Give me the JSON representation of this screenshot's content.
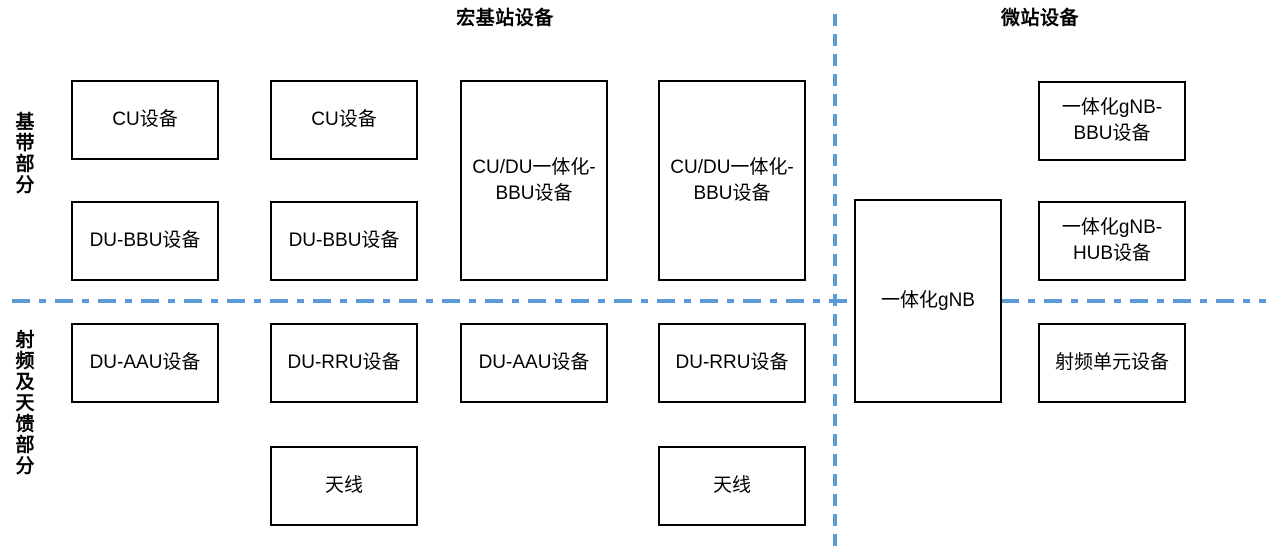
{
  "diagram": {
    "title_macro": "宏基站设备",
    "title_micro": "微站设备",
    "side_labels": {
      "baseband": "基带部分",
      "rf_antenna": "射频及天馈部分"
    },
    "accent_color": "#5B9BD5",
    "border_color": "#000000",
    "background_color": "#FFFFFF",
    "boxes": {
      "macro_col1_cu": "CU设备",
      "macro_col1_du_bbu": "DU-BBU设备",
      "macro_col1_du_aau": "DU-AAU设备",
      "macro_col2_cu": "CU设备",
      "macro_col2_du_bbu": "DU-BBU设备",
      "macro_col2_du_rru": "DU-RRU设备",
      "macro_col2_antenna": "天线",
      "macro_col3_cudu_bbu": "CU/DU一体化-BBU设备",
      "macro_col3_du_aau": "DU-AAU设备",
      "macro_col4_cudu_bbu": "CU/DU一体化-BBU设备",
      "macro_col4_du_rru": "DU-RRU设备",
      "macro_col4_antenna": "天线",
      "micro_integrated_gnb": "一体化gNB",
      "micro_gnb_bbu": "一体化gNB-BBU设备",
      "micro_gnb_hub": "一体化gNB-HUB设备",
      "micro_rf_unit": "射频单元设备"
    }
  }
}
